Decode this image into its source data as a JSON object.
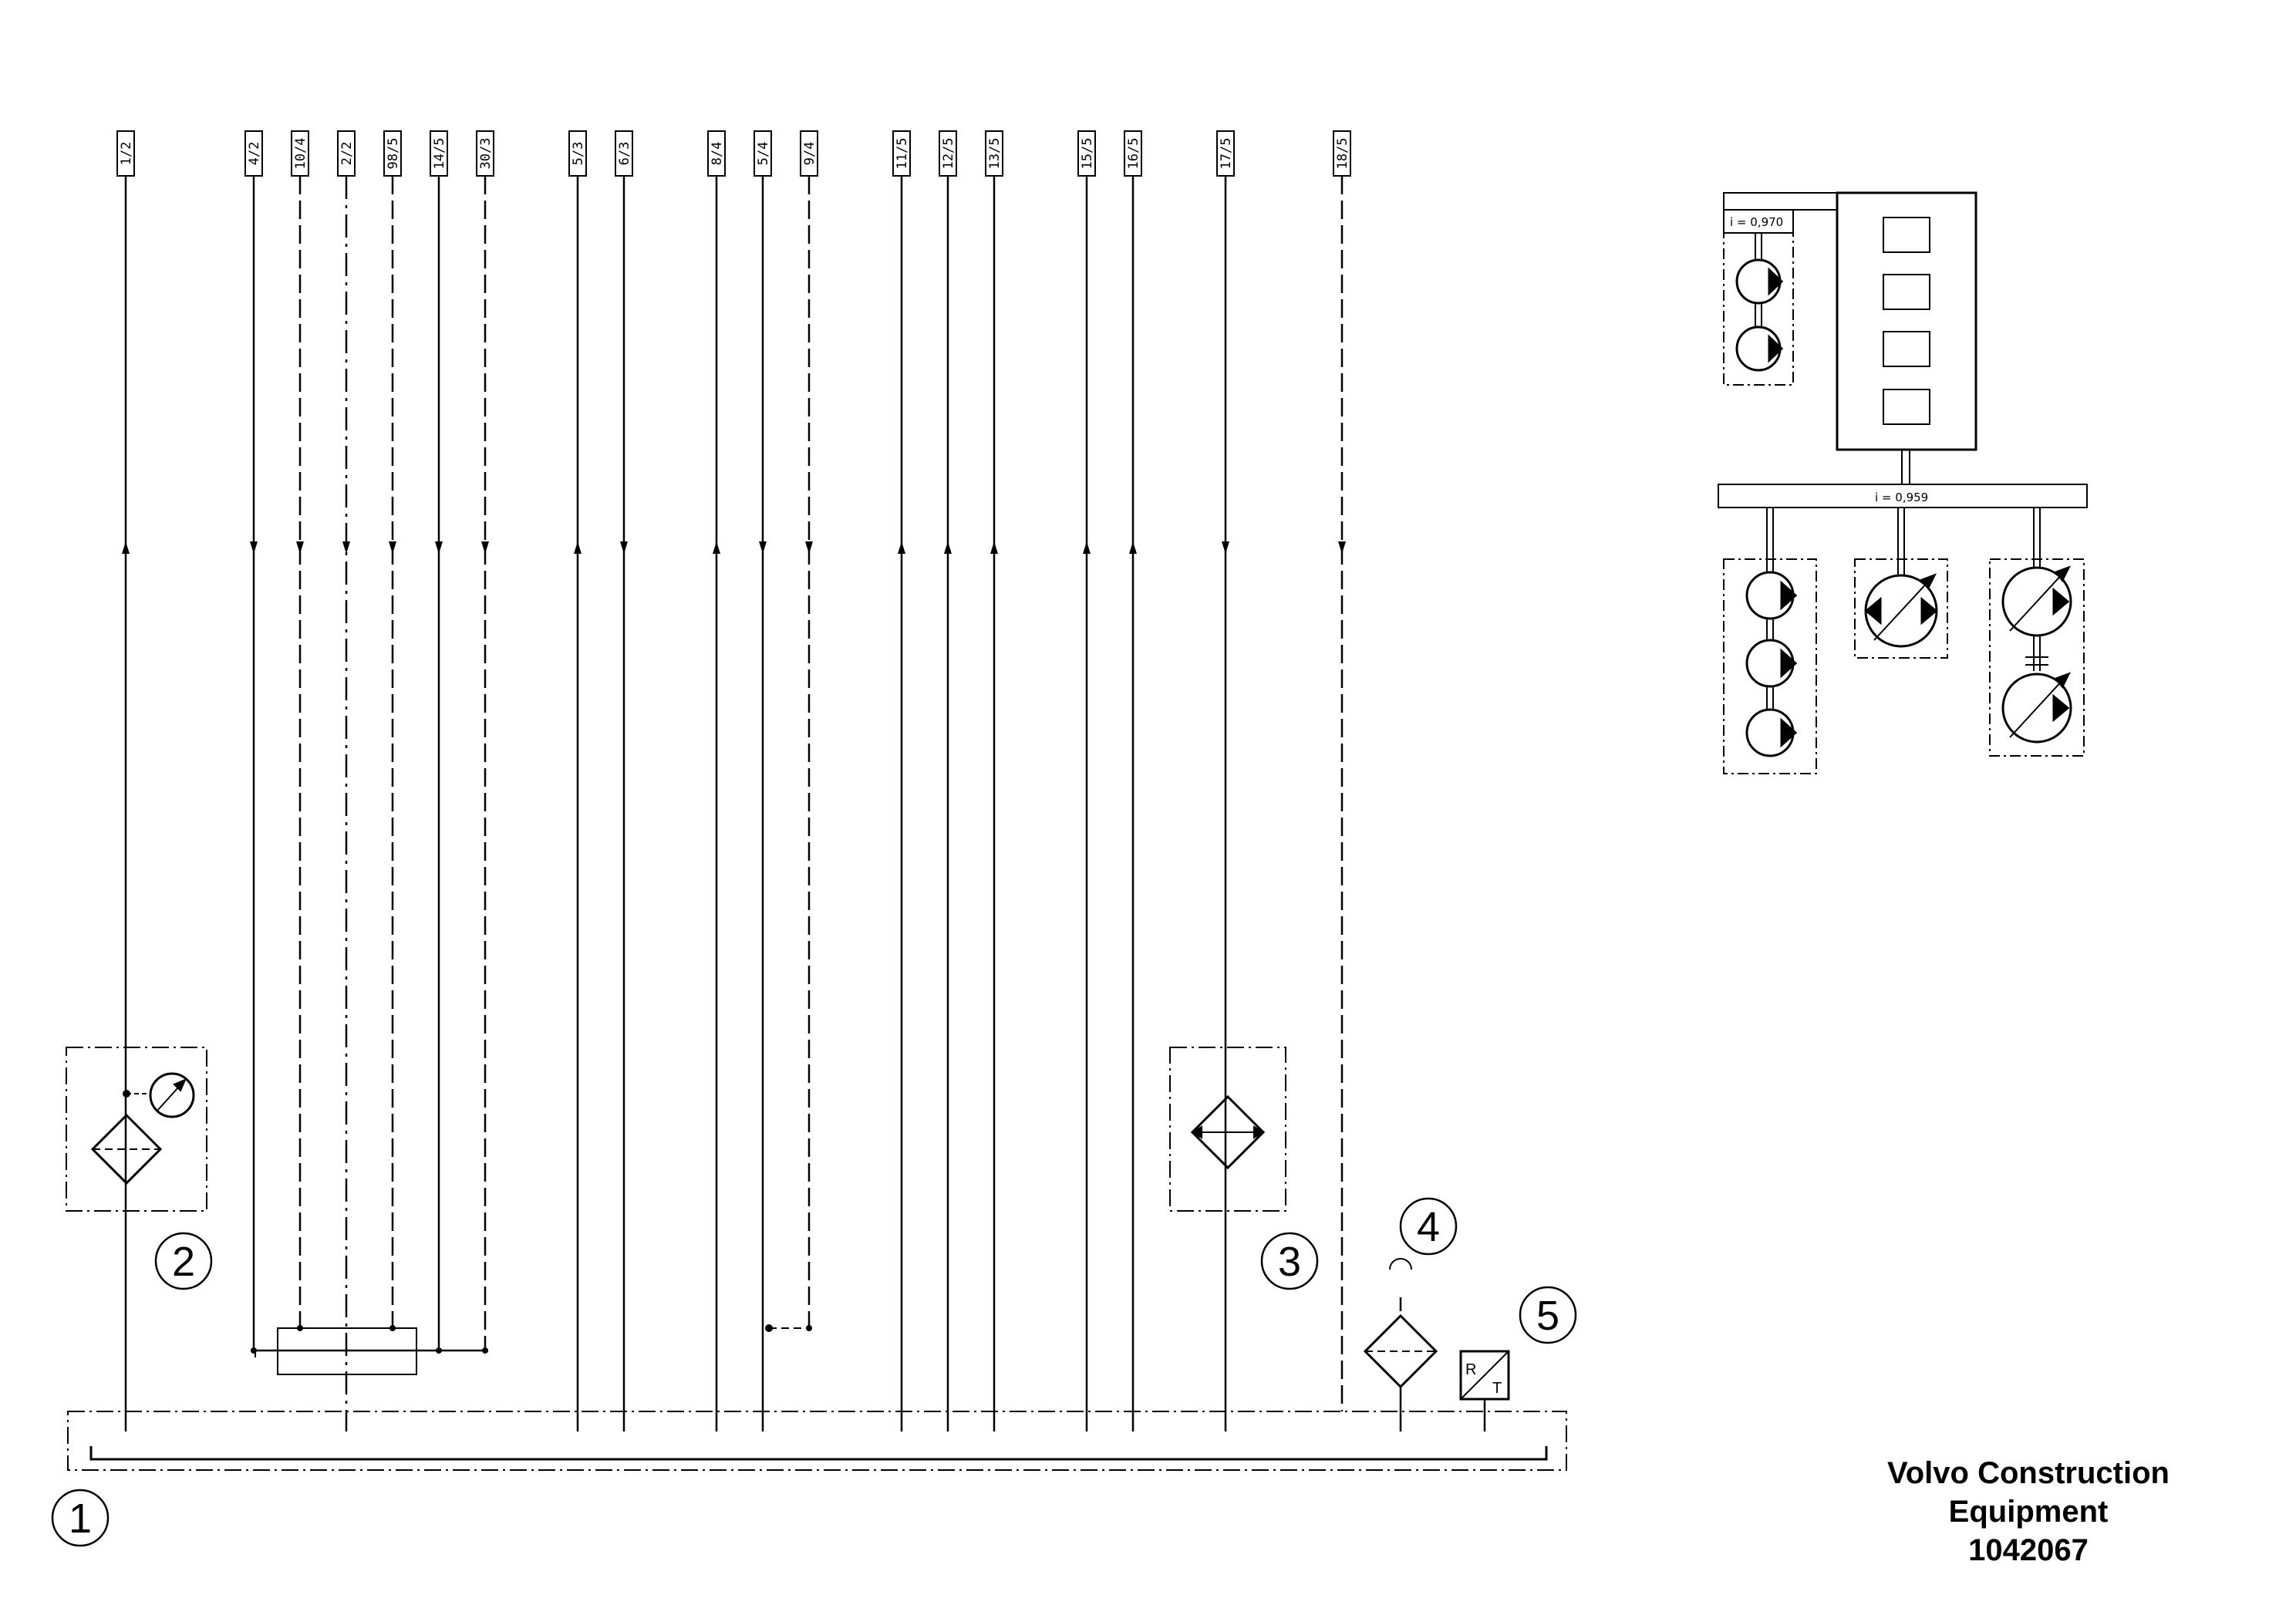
{
  "ports": [
    {
      "label": "1/2",
      "style": "solid",
      "arrow": "up"
    },
    {
      "label": "4/2",
      "style": "solid",
      "arrow": "down"
    },
    {
      "label": "10/4",
      "style": "dash",
      "arrow": "down"
    },
    {
      "label": "2/2",
      "style": "dashdot",
      "arrow": "down"
    },
    {
      "label": "98/5",
      "style": "dash",
      "arrow": "down"
    },
    {
      "label": "14/5",
      "style": "solid",
      "arrow": "down"
    },
    {
      "label": "30/3",
      "style": "dash",
      "arrow": "down"
    },
    {
      "label": "5/3",
      "style": "solid",
      "arrow": "up"
    },
    {
      "label": "6/3",
      "style": "solid",
      "arrow": "down"
    },
    {
      "label": "8/4",
      "style": "solid",
      "arrow": "up"
    },
    {
      "label": "5/4",
      "style": "solid",
      "arrow": "down"
    },
    {
      "label": "9/4",
      "style": "dash",
      "arrow": "down"
    },
    {
      "label": "11/5",
      "style": "solid",
      "arrow": "up"
    },
    {
      "label": "12/5",
      "style": "solid",
      "arrow": "up"
    },
    {
      "label": "13/5",
      "style": "solid",
      "arrow": "up"
    },
    {
      "label": "15/5",
      "style": "solid",
      "arrow": "up"
    },
    {
      "label": "16/5",
      "style": "solid",
      "arrow": "up"
    },
    {
      "label": "17/5",
      "style": "solid",
      "arrow": "down"
    },
    {
      "label": "18/5",
      "style": "dash",
      "arrow": "down"
    }
  ],
  "callouts": [
    "1",
    "2",
    "3",
    "4",
    "5"
  ],
  "sensor": {
    "r": "R",
    "t": "T"
  },
  "gearbox": {
    "ratio_upper": "i = 0,970",
    "ratio_lower": "i = 0,959"
  },
  "footer": {
    "line1": "Volvo Construction",
    "line2": "Equipment",
    "line3": "1042067"
  }
}
